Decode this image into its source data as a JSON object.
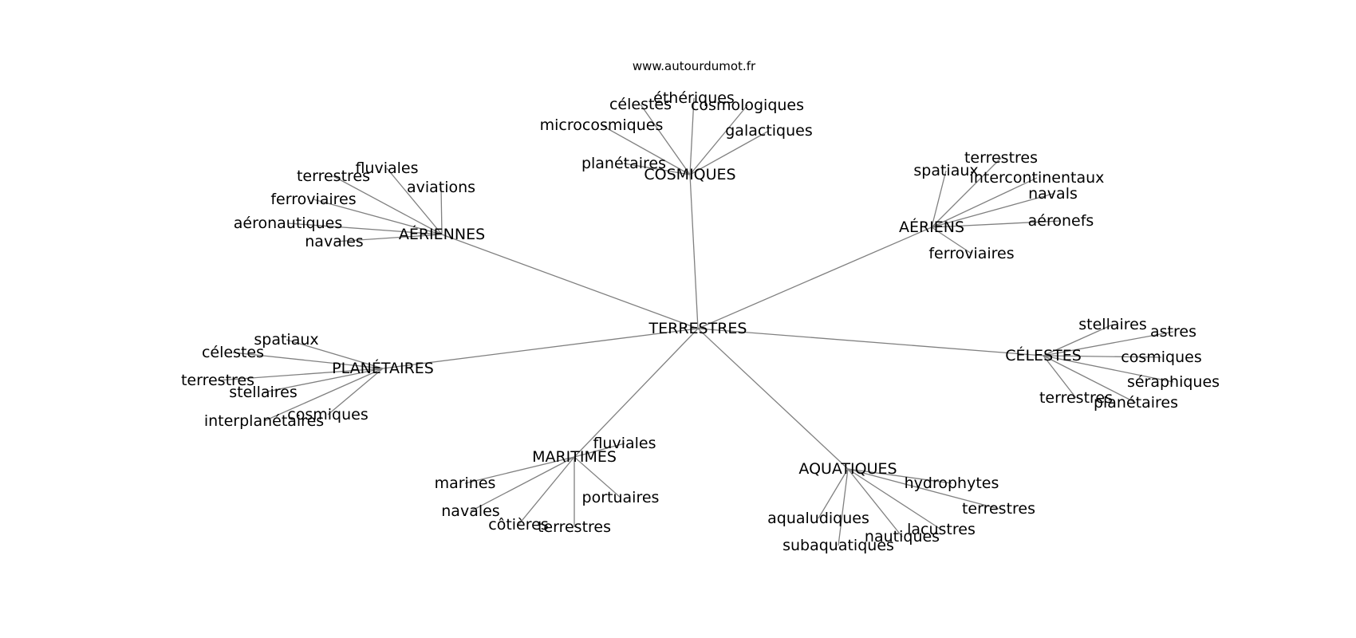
{
  "source": "www.autourdumot.fr",
  "center": "TERRESTRES",
  "groups": [
    {
      "hub": "COSMIQUES",
      "leaves": [
        "éthériques",
        "célestes",
        "cosmologiques",
        "microcosmiques",
        "galactiques",
        "planétaires"
      ]
    },
    {
      "hub": "AÉRIENNES",
      "leaves": [
        "fluviales",
        "terrestres",
        "aviations",
        "ferroviaires",
        "aéronautiques",
        "navales"
      ]
    },
    {
      "hub": "AÉRIENS",
      "leaves": [
        "terrestres",
        "spatiaux",
        "intercontinentaux",
        "navals",
        "aéronefs",
        "ferroviaires"
      ]
    },
    {
      "hub": "PLANÉTAIRES",
      "leaves": [
        "spatiaux",
        "célestes",
        "terrestres",
        "stellaires",
        "cosmiques",
        "interplanétaires"
      ]
    },
    {
      "hub": "CÉLESTES",
      "leaves": [
        "stellaires",
        "astres",
        "cosmiques",
        "séraphiques",
        "terrestres",
        "planétaires"
      ]
    },
    {
      "hub": "MARITIMES",
      "leaves": [
        "fluviales",
        "marines",
        "portuaires",
        "navales",
        "côtières",
        "terrestres"
      ]
    },
    {
      "hub": "AQUATIQUES",
      "leaves": [
        "hydrophytes",
        "terrestres",
        "aqualudiques",
        "lacustres",
        "nautiques",
        "subaquatiques"
      ]
    }
  ],
  "colors": {
    "edge": "#808080",
    "text": "#000000",
    "background": "#ffffff"
  }
}
